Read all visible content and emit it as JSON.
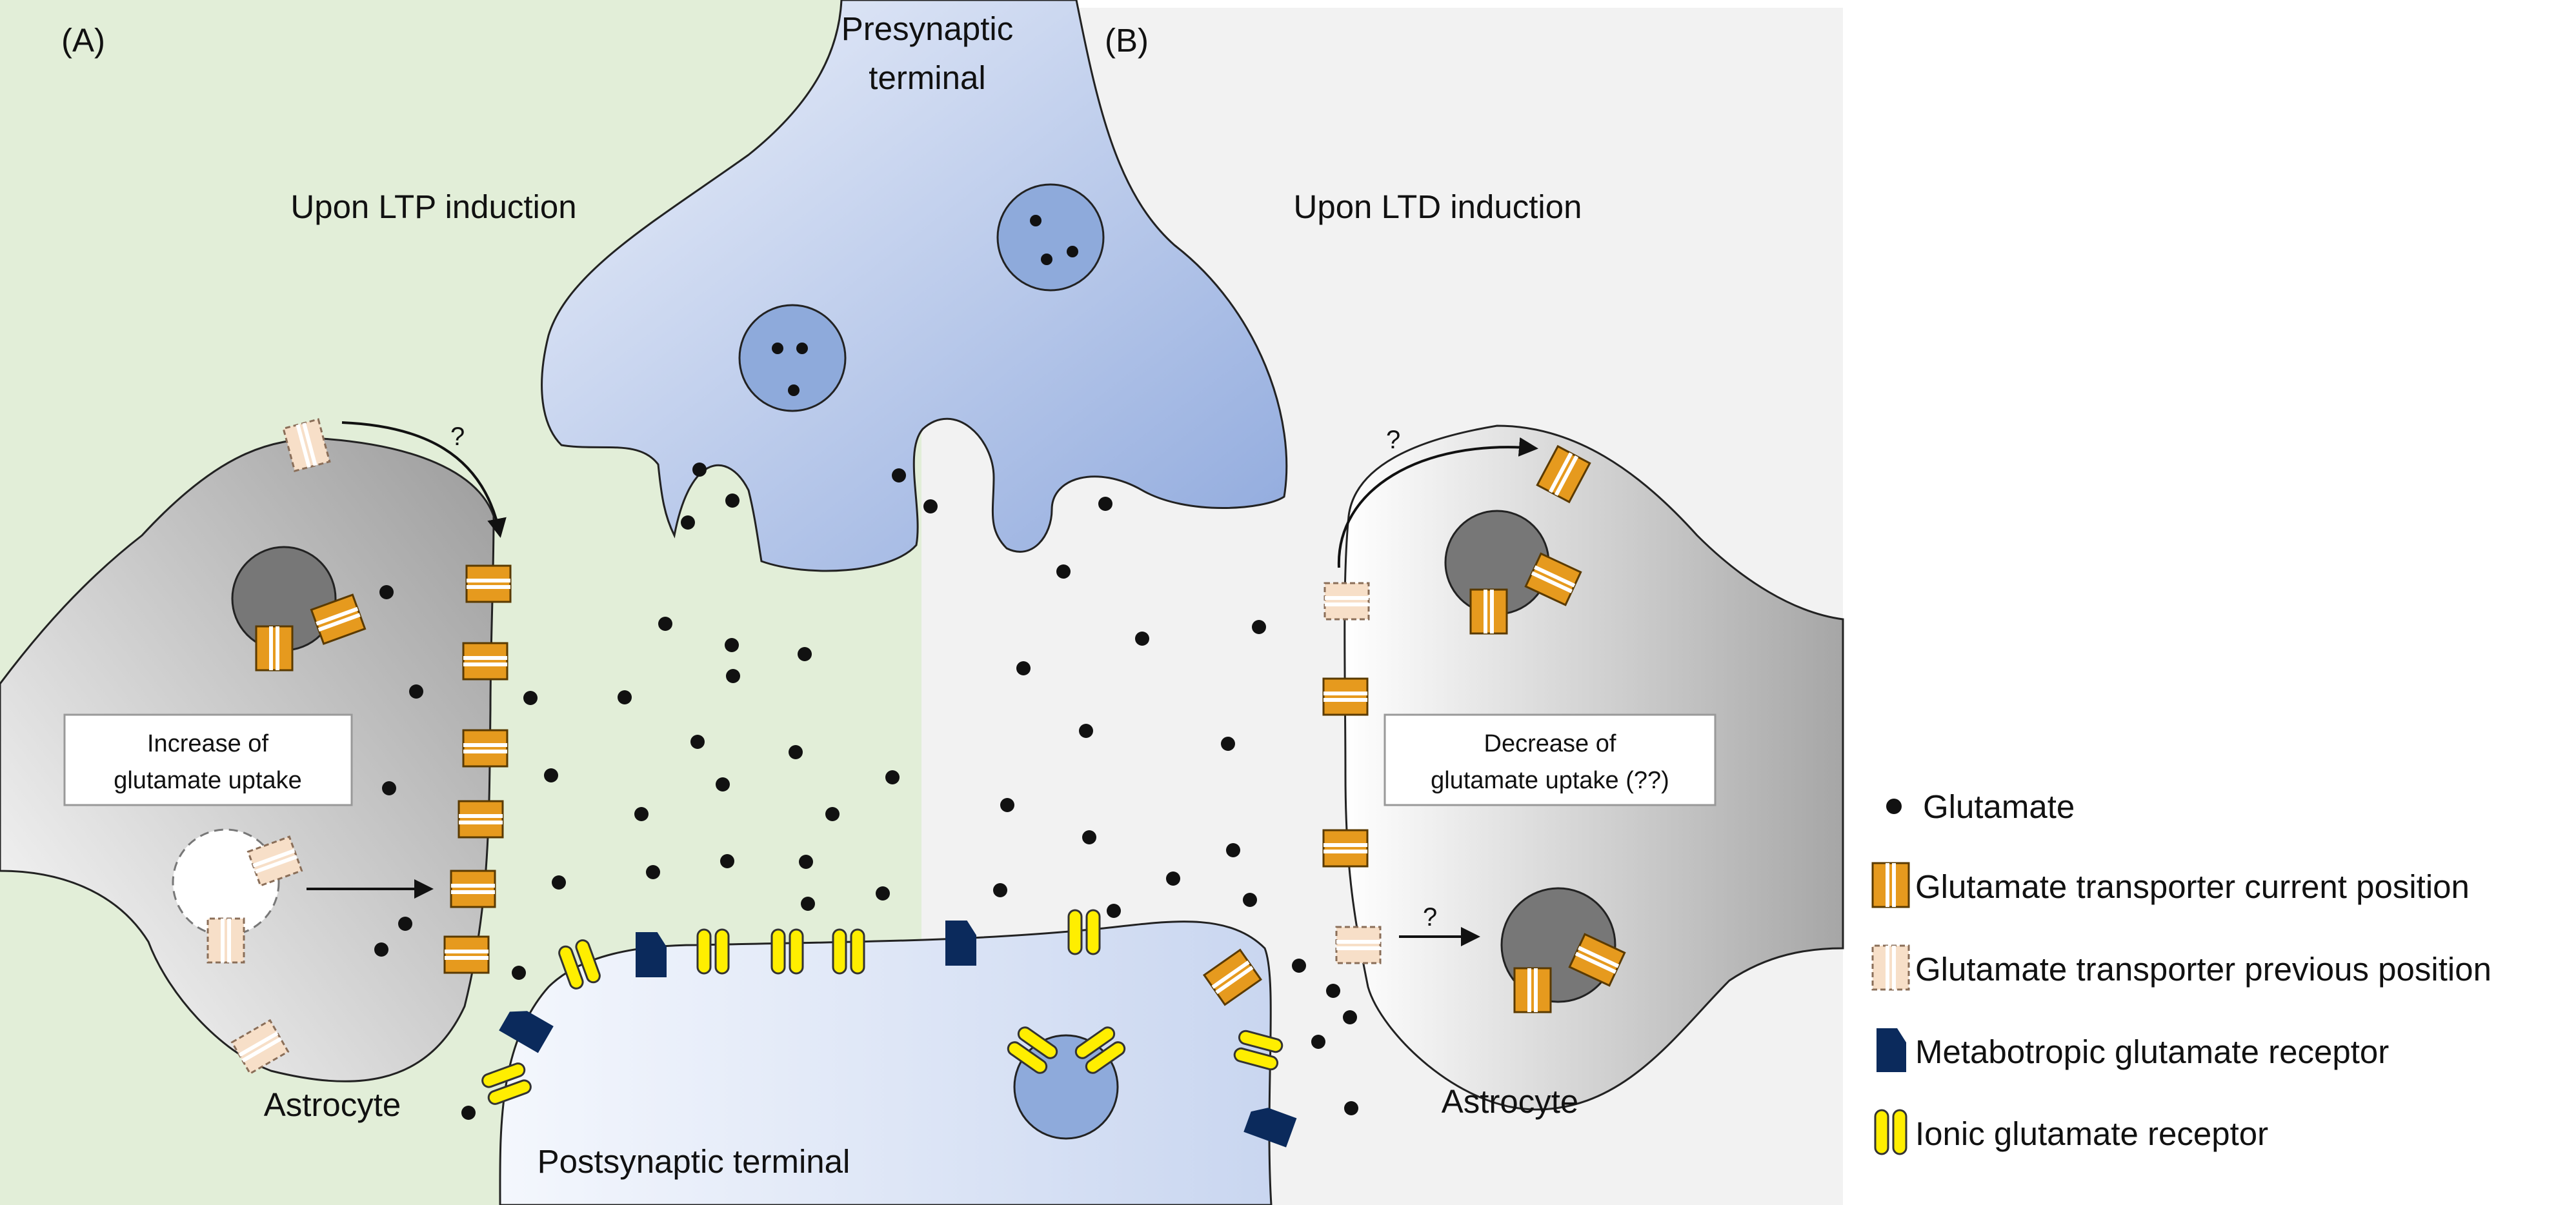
{
  "panels": {
    "a_label": "(A)",
    "b_label": "(B)"
  },
  "labels": {
    "presynaptic": [
      "Presynaptic",
      "terminal"
    ],
    "ltp": "Upon LTP induction",
    "ltd": "Upon LTD induction",
    "astrocyte_left": "Astrocyte",
    "astrocyte_right": "Astrocyte",
    "postsynaptic": "Postsynaptic terminal",
    "question_mark": "?"
  },
  "boxes": {
    "increase": [
      "Increase of",
      "glutamate uptake"
    ],
    "decrease": [
      "Decrease of",
      "glutamate uptake (??)"
    ]
  },
  "legend": [
    {
      "icon": "glutamate-dot-icon",
      "text": "Glutamate"
    },
    {
      "icon": "transporter-current-icon",
      "text": "Glutamate transporter current position"
    },
    {
      "icon": "transporter-previous-icon",
      "text": "Glutamate transporter previous position"
    },
    {
      "icon": "metabotropic-receptor-icon",
      "text": "Metabotropic glutamate receptor"
    },
    {
      "icon": "ionic-receptor-icon",
      "text": "Ionic glutamate receptor"
    }
  ],
  "colors": {
    "ltp_background": "#e2eed8",
    "ltd_background": "#f2f2f2",
    "presynaptic_light": "#e6ecf8",
    "presynaptic_dark": "#93ade0",
    "vesicle": "#8eaadb",
    "transporter_current": "#e69a1e",
    "transporter_previous": "#f7dfc8",
    "metabotropic_receptor": "#0b2a5c",
    "ionic_receptor": "#ffee00",
    "astrocyte_dark": "#a0a0a0",
    "nucleus": "#777777"
  }
}
